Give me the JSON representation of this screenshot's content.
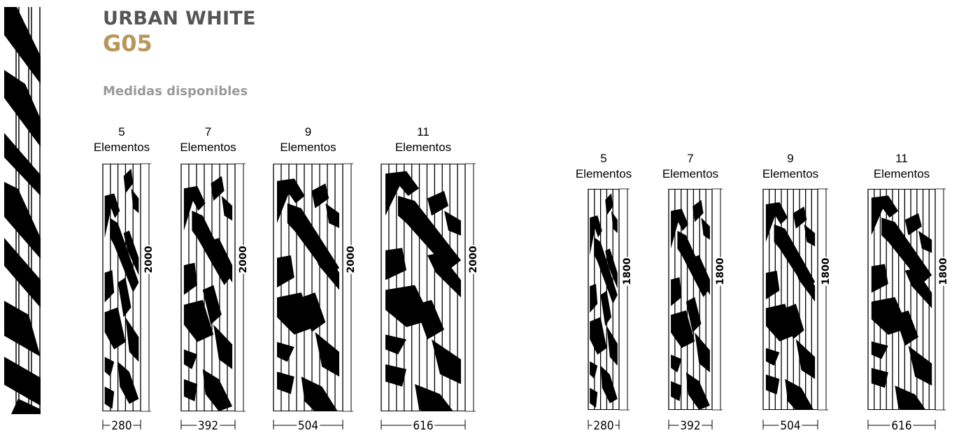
{
  "product": {
    "name": "URBAN WHITE",
    "code": "G05"
  },
  "subtitle": "Medidas disponibles",
  "groups": [
    {
      "height_mm": "2000",
      "items": [
        {
          "count": "5",
          "unit": "Elementos",
          "width_mm": "280"
        },
        {
          "count": "7",
          "unit": "Elementos",
          "width_mm": "392"
        },
        {
          "count": "9",
          "unit": "Elementos",
          "width_mm": "504"
        },
        {
          "count": "11",
          "unit": "Elementos",
          "width_mm": "616"
        }
      ]
    },
    {
      "height_mm": "1800",
      "items": [
        {
          "count": "5",
          "unit": "Elementos",
          "width_mm": "280"
        },
        {
          "count": "7",
          "unit": "Elementos",
          "width_mm": "392"
        },
        {
          "count": "9",
          "unit": "Elementos",
          "width_mm": "504"
        },
        {
          "count": "11",
          "unit": "Elementos",
          "width_mm": "616"
        }
      ]
    }
  ]
}
